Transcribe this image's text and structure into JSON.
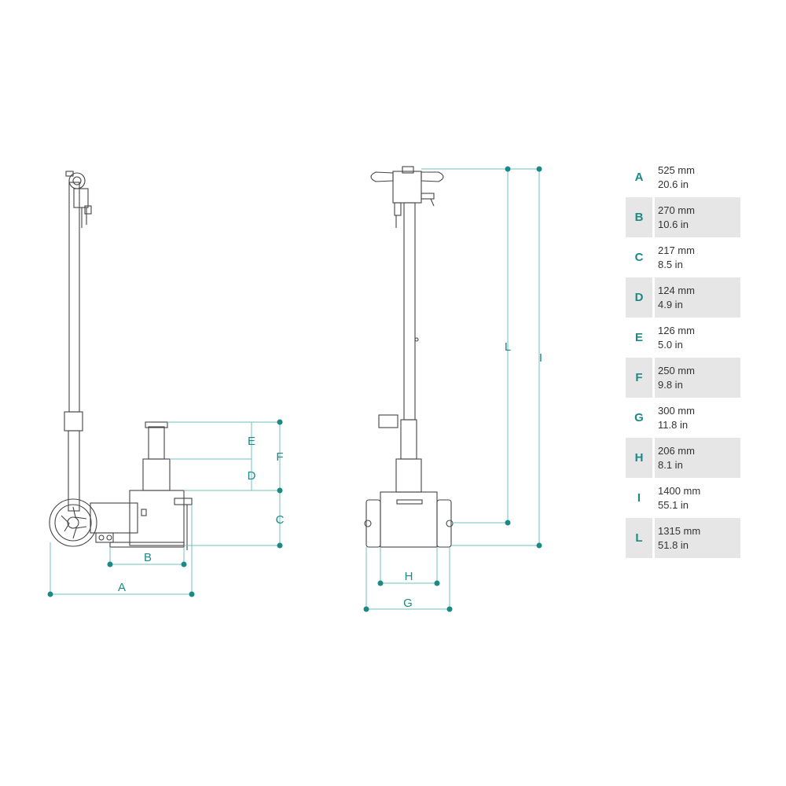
{
  "diagram": {
    "side_view_labels": [
      "A",
      "B",
      "C",
      "D",
      "E",
      "F"
    ],
    "front_view_labels": [
      "G",
      "H",
      "I",
      "L"
    ],
    "accent_color": "#1b8a86",
    "line_color": "#6fc2bd",
    "outline_color": "#444444"
  },
  "specs": [
    {
      "key": "A",
      "mm": "525 mm",
      "inch": "20.6 in"
    },
    {
      "key": "B",
      "mm": "270 mm",
      "inch": "10.6 in"
    },
    {
      "key": "C",
      "mm": "217 mm",
      "inch": "8.5 in"
    },
    {
      "key": "D",
      "mm": "124 mm",
      "inch": "4.9 in"
    },
    {
      "key": "E",
      "mm": "126 mm",
      "inch": "5.0 in"
    },
    {
      "key": "F",
      "mm": "250 mm",
      "inch": "9.8 in"
    },
    {
      "key": "G",
      "mm": "300 mm",
      "inch": "11.8 in"
    },
    {
      "key": "H",
      "mm": "206 mm",
      "inch": "8.1 in"
    },
    {
      "key": "I",
      "mm": "1400 mm",
      "inch": "55.1 in"
    },
    {
      "key": "L",
      "mm": "1315 mm",
      "inch": "51.8 in"
    }
  ]
}
